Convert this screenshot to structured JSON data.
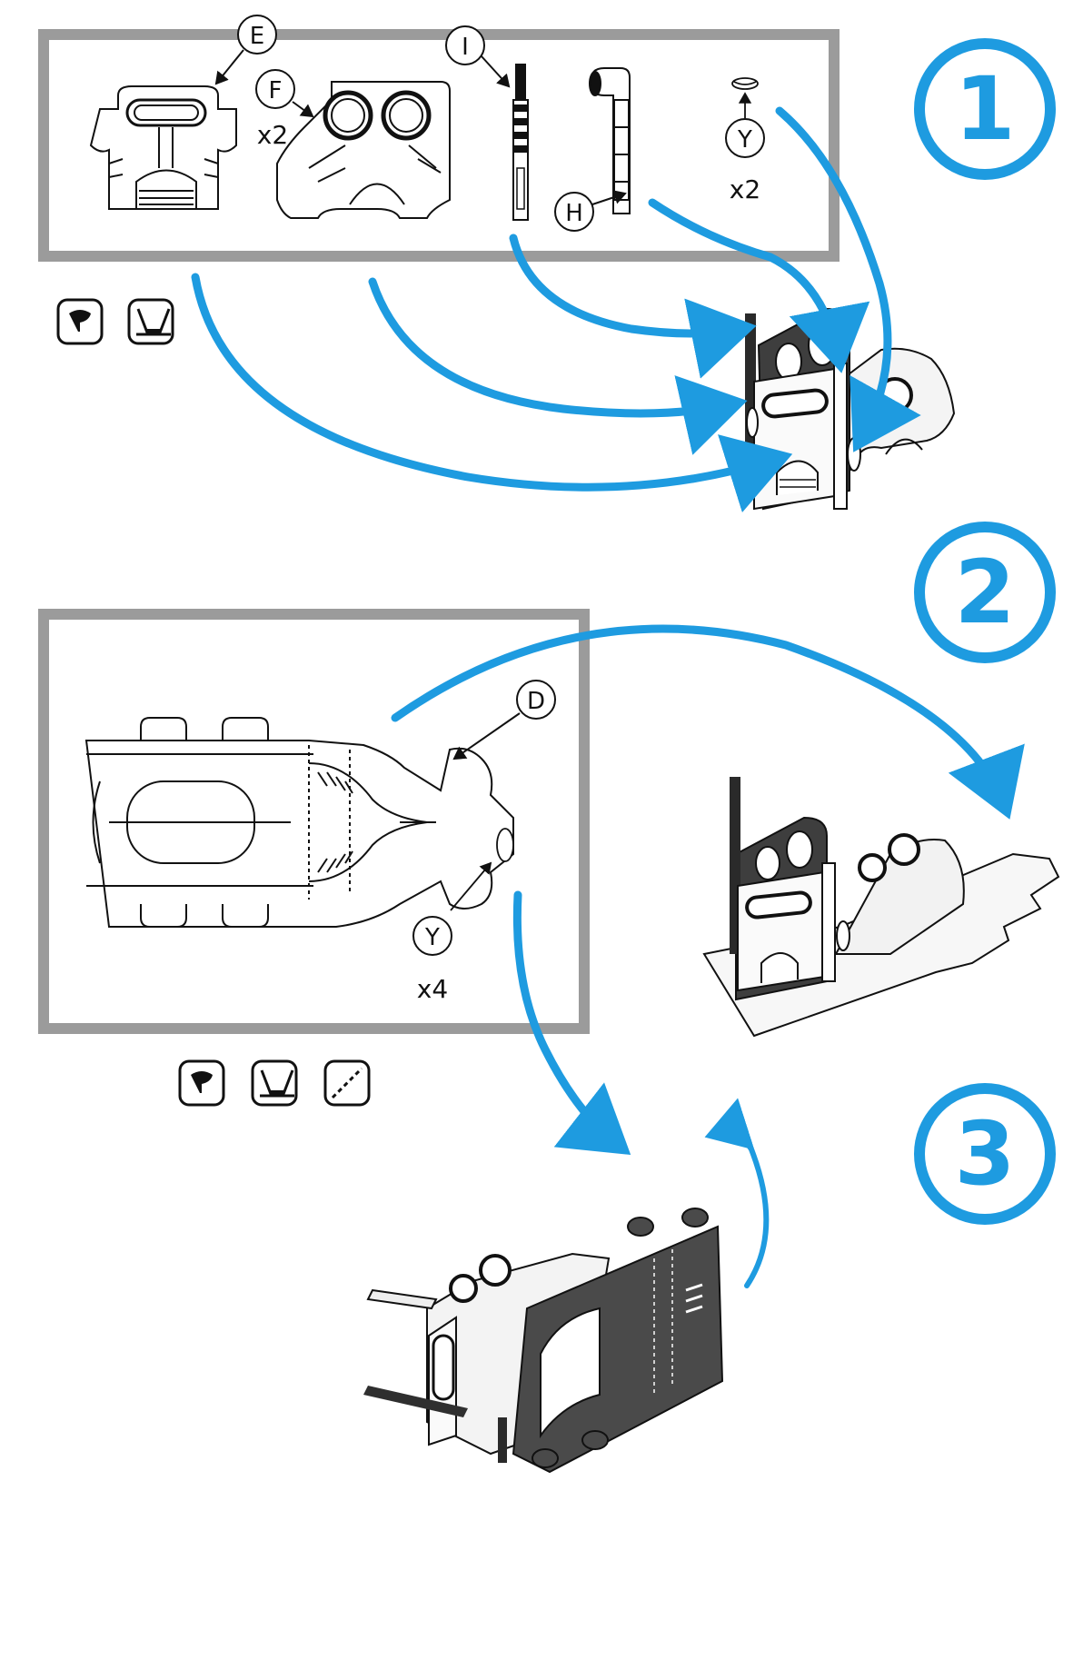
{
  "steps": [
    {
      "number": "1",
      "parts": [
        {
          "label": "E",
          "qty": ""
        },
        {
          "label": "F",
          "qty": "x2"
        },
        {
          "label": "I",
          "qty": ""
        },
        {
          "label": "H",
          "qty": ""
        },
        {
          "label": "Y",
          "qty": "x2"
        }
      ],
      "tools": [
        "glue-icon",
        "fold-press-icon"
      ]
    },
    {
      "number": "2",
      "parts": [
        {
          "label": "D",
          "qty": ""
        },
        {
          "label": "Y",
          "qty": "x4"
        }
      ],
      "tools": [
        "glue-icon",
        "fold-press-icon",
        "dashed-fold-icon"
      ]
    },
    {
      "number": "3",
      "parts": [],
      "tools": []
    }
  ],
  "colors": {
    "accent": "#1e9be0",
    "frame": "#9b9b9b",
    "ink": "#111111",
    "dark_panel": "#4a4a4a"
  }
}
